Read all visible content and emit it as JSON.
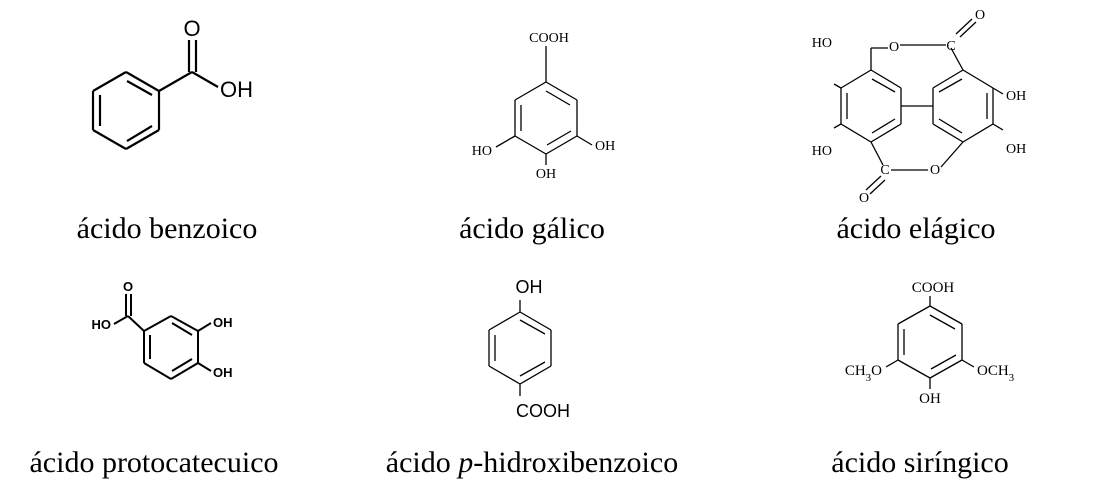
{
  "compounds": [
    {
      "name": "ácido benzoico",
      "atoms": {
        "o": "O",
        "oh": "OH"
      }
    },
    {
      "name": "ácido gálico",
      "atoms": {
        "cooh": "COOH",
        "ho": "HO",
        "oh_r": "OH",
        "oh_b": "OH"
      }
    },
    {
      "name": "ácido elágico",
      "atoms": {
        "o_top": "O",
        "c_top": "C",
        "o_dbl_top": "O",
        "ho_tl": "HO",
        "oh_r": "OH",
        "ho_bl": "HO",
        "oh_br": "OH",
        "c_bot": "C",
        "o_bot": "O",
        "o_dbl_bot": "O"
      }
    },
    {
      "name": "ácido protocatecuico",
      "atoms": {
        "o": "O",
        "ho": "HO",
        "oh_t": "OH",
        "oh_b": "OH"
      }
    },
    {
      "name_prefix": "ácido ",
      "name_italic": "p",
      "name_suffix": "-hidroxibenzoico",
      "atoms": {
        "oh": "OH",
        "cooh": "COOH"
      }
    },
    {
      "name": "ácido siríngico",
      "atoms": {
        "cooh": "COOH",
        "och3_l_a": "CH",
        "och3_l_sub": "3",
        "och3_l_b": "O",
        "och3_r_a": "OCH",
        "och3_r_sub": "3",
        "oh": "OH"
      }
    }
  ]
}
